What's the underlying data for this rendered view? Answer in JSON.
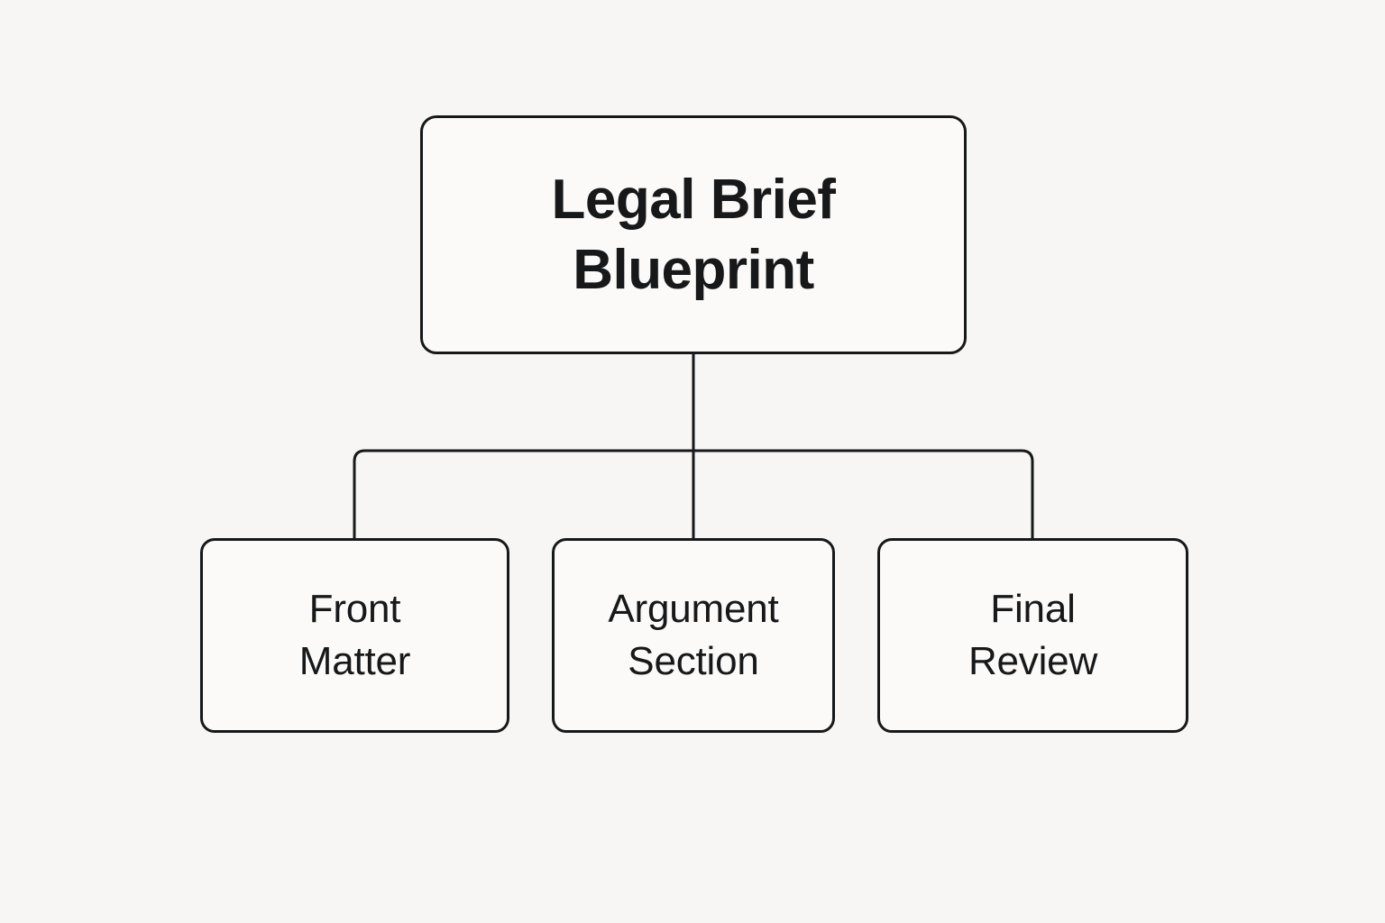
{
  "diagram": {
    "type": "hierarchy-tree",
    "background_color": "#f7f6f4",
    "node_fill_color": "#fbfaf9",
    "stroke_color": "#16181a",
    "root": {
      "label": "Legal Brief\nBlueprint",
      "line1": "Legal Brief",
      "line2": "Blueprint"
    },
    "children": [
      {
        "label": "Front\nMatter",
        "line1": "Front",
        "line2": "Matter"
      },
      {
        "label": "Argument\nSection",
        "line1": "Argument",
        "line2": "Section"
      },
      {
        "label": "Final\nReview",
        "line1": "Final",
        "line2": "Review"
      }
    ]
  }
}
